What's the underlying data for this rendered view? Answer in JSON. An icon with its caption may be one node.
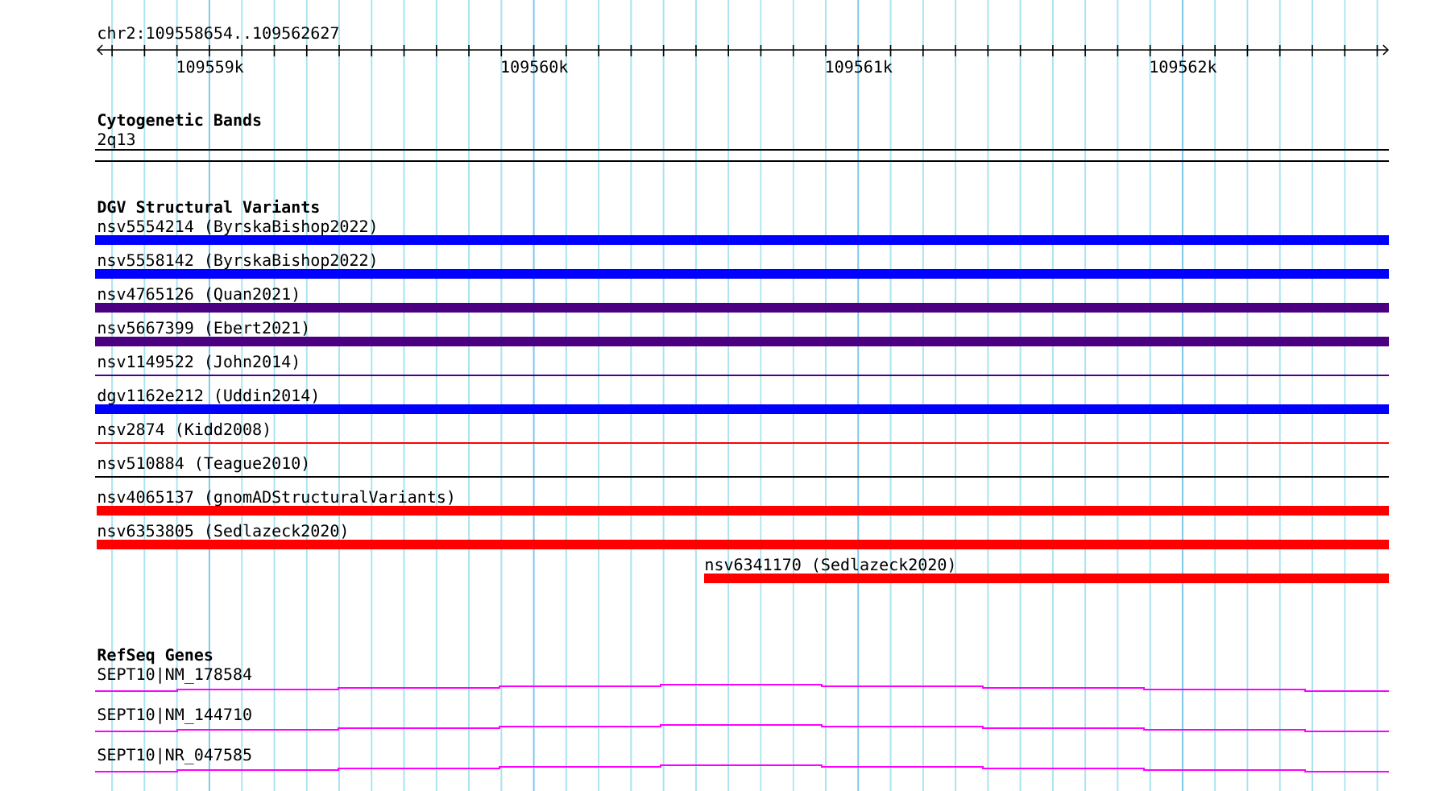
{
  "diagram": {
    "labels": [
      "chr2:109558654..109562627",
      "109559k",
      "109560k",
      "109561k",
      "109562k",
      "Cytogenetic Bands",
      "2q13",
      "DGV Structural Variants",
      "nsv5554214 (ByrskaBishop2022)",
      "nsv5558142 (ByrskaBishop2022)",
      "nsv4765126 (Quan2021)",
      "nsv5667399 (Ebert2021)",
      "nsv1149522 (John2014)",
      "dgv1162e212 (Uddin2014)",
      "nsv2874 (Kidd2008)",
      "nsv510884 (Teague2010)",
      "nsv4065137 (gnomADStructuralVariants)",
      "nsv6353805 (Sedlazeck2020)",
      "nsv6341170 (Sedlazeck2020)",
      "RefSeq Genes",
      "SEPT10|NM_178584",
      "SEPT10|NM_144710",
      "SEPT10|NR_047585"
    ]
  }
}
